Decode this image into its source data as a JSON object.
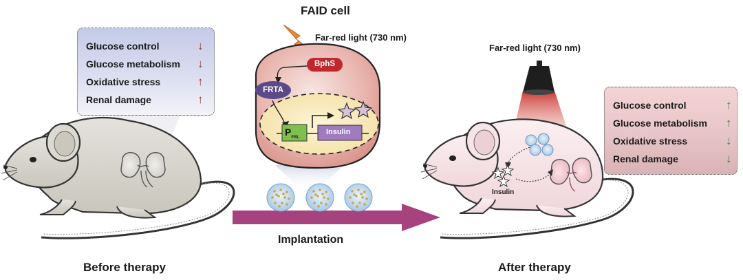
{
  "top_title": "FAID cell",
  "cell_light": "Far-red light (730 nm)",
  "right_light": "Far-red light (730 nm)",
  "bphs": "BphS",
  "frta": "FRTA",
  "promoter_p": "P",
  "promoter_sub": "FRL",
  "insulin_gene": "Insulin",
  "insulin_mouse": "Insulin",
  "implantation": "Implantation",
  "before_label": "Before therapy",
  "after_label": "After therapy",
  "left_box": {
    "items": [
      {
        "label": "Glucose control",
        "dir": "down"
      },
      {
        "label": "Glucose metabolism",
        "dir": "down"
      },
      {
        "label": "Oxidative stress",
        "dir": "up"
      },
      {
        "label": "Renal damage",
        "dir": "up"
      }
    ]
  },
  "right_box": {
    "items": [
      {
        "label": "Glucose control",
        "dir": "up"
      },
      {
        "label": "Glucose metabolism",
        "dir": "up"
      },
      {
        "label": "Oxidative stress",
        "dir": "down"
      },
      {
        "label": "Renal damage",
        "dir": "down"
      }
    ]
  },
  "colors": {
    "left_box_top": "#c5cae8",
    "right_box_top": "#f4d3d5",
    "bphs": "#c0282d",
    "frta": "#5a4a8a",
    "promoter": "#7fbf4d",
    "insulin_gene": "#a07bc0",
    "arrow_purple": "#a6427e",
    "light": "#d9473a",
    "up_arrow": "#9b3a2a",
    "good_arrow": "#2e8b3a"
  },
  "arrow_glyphs": {
    "up": "↑",
    "down": "↓"
  }
}
